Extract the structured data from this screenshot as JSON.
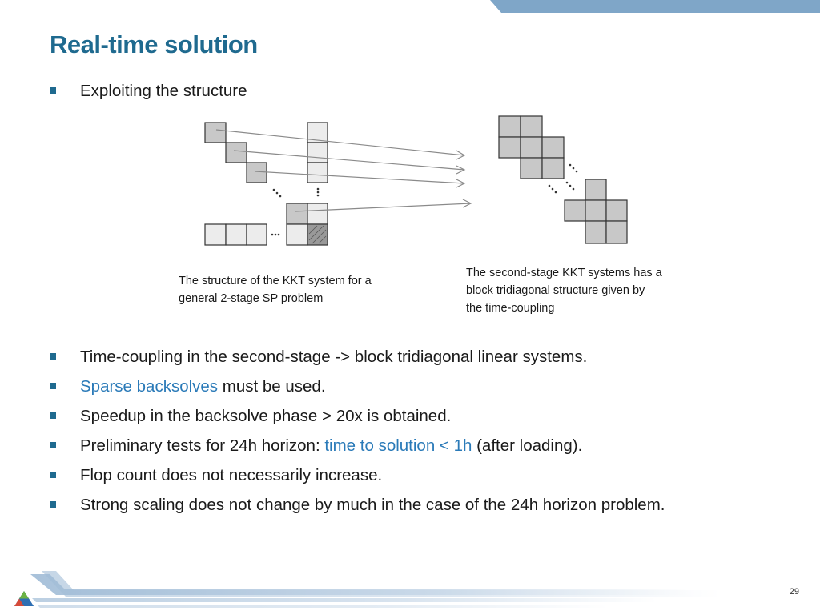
{
  "slide": {
    "title": "Real-time solution",
    "page_number": "29",
    "accent_color": "#1f6a8f",
    "highlight_color": "#2a7ab8"
  },
  "bullets": [
    {
      "text": "Exploiting the structure"
    },
    {
      "text": "Time-coupling in the second-stage -> block tridiagonal linear systems."
    },
    {
      "highlight": "Sparse backsolves",
      "rest": " must be used."
    },
    {
      "text": "Speedup in the backsolve phase > 20x is obtained."
    },
    {
      "before": "Preliminary tests for 24h horizon: ",
      "highlight": "time to solution < 1h",
      "after": " (after loading)."
    },
    {
      "text": "Flop count does not necessarily increase."
    },
    {
      "text": "Strong scaling does not change by much in the case of the 24h horizon problem."
    }
  ],
  "captions": {
    "left": [
      "The structure of the KKT system for a",
      "general 2-stage SP problem"
    ],
    "right": [
      "The second-stage KKT systems has a",
      "block tridiagonal structure given by",
      "the time-coupling"
    ]
  },
  "figure": {
    "left_diagram": "kkt-structure-diagram",
    "right_diagram": "block-tridiagonal-diagram",
    "arrow_icon": "arrow-right-icon",
    "ellipsis_glyph": "..."
  },
  "footer": {
    "logo_icon": "triangle-logo-icon"
  }
}
